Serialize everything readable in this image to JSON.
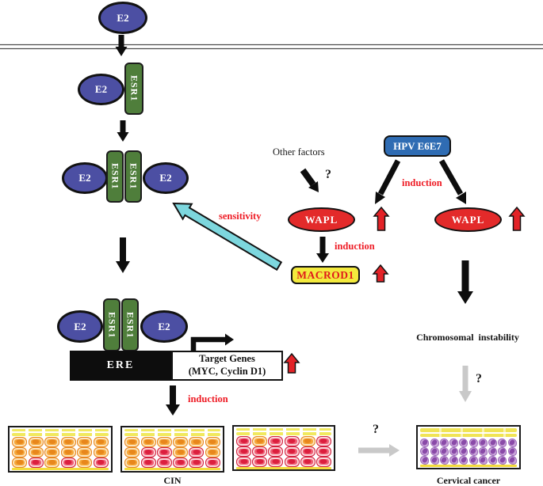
{
  "figure": {
    "nodes": {
      "e2": "E2",
      "esr1": "ESR1",
      "hpv": "HPV E6E7",
      "wapl": "WAPL",
      "macrod1": "MACROD1",
      "ere": "ERE",
      "target_genes_line1": "Target Genes",
      "target_genes_line2": "(MYC, Cyclin D1)"
    },
    "labels": {
      "other_factors": "Other factors",
      "question": "?",
      "sensitivity": "sensitivity",
      "induction": "induction",
      "chromosomal_instability": "Chromosomal instability",
      "cin": "CIN",
      "cervical_cancer": "Cervical cancer"
    },
    "colors": {
      "e2_fill": "#4c4fa3",
      "esr1_fill": "#4f7e3b",
      "wapl_fill": "#e32a2a",
      "hpv_fill": "#2f6cb3",
      "macrod1_fill": "#f3ea3d",
      "accent_red": "#ee1c25",
      "cyan_arrow": "#7dd7de",
      "gray_arrow": "#c9c9c9",
      "cell_orange": "#f5a73b",
      "cell_red": "#ee5f74",
      "cell_purple": "#c9a3d9",
      "epithelium_yellow": "#f1e95f"
    },
    "histology": {
      "tissues": [
        {
          "name": "normal-epithelium",
          "rows": [
            [
              "o",
              "o",
              "o",
              "o",
              "o",
              "o"
            ],
            [
              "o",
              "o",
              "o",
              "o",
              "o",
              "o"
            ],
            [
              "o",
              "r",
              "o",
              "r",
              "o",
              "r"
            ]
          ]
        },
        {
          "name": "cin-intermediate",
          "rows": [
            [
              "o",
              "o",
              "o",
              "o",
              "o",
              "o"
            ],
            [
              "o",
              "r",
              "r",
              "o",
              "r",
              "o"
            ],
            [
              "o",
              "r",
              "r",
              "r",
              "r",
              "r"
            ]
          ]
        },
        {
          "name": "cin-advanced",
          "rows": [
            [
              "r",
              "o",
              "r",
              "r",
              "o",
              "r"
            ],
            [
              "r",
              "r",
              "r",
              "r",
              "r",
              "r"
            ],
            [
              "r",
              "r",
              "r",
              "r",
              "r",
              "r"
            ]
          ]
        },
        {
          "name": "cervical-cancer-tissue",
          "rows": [
            [
              "p",
              "p",
              "p",
              "p",
              "p",
              "p",
              "p",
              "p",
              "p",
              "p"
            ],
            [
              "p",
              "p",
              "p",
              "p",
              "p",
              "p",
              "p",
              "p",
              "p",
              "p"
            ],
            [
              "p",
              "p",
              "p",
              "p",
              "p",
              "p",
              "p",
              "p",
              "p",
              "p"
            ]
          ]
        }
      ]
    }
  }
}
